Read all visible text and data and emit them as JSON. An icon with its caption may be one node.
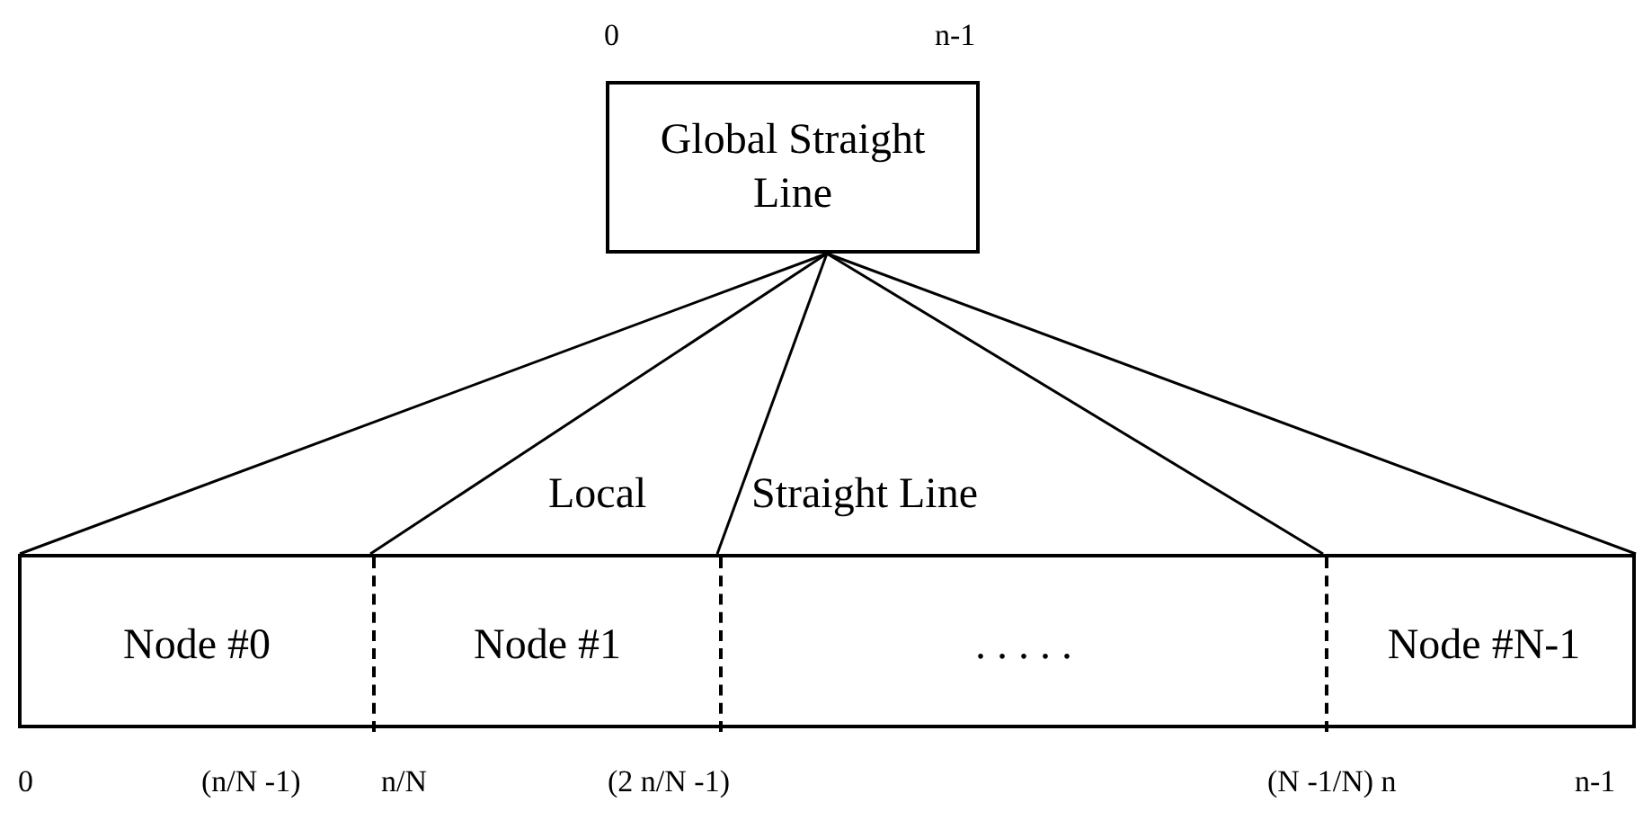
{
  "diagram": {
    "nodes": [
      {
        "text": [
          "Global Straight Line"
        ]
      },
      {
        "text": [],
        "shape": "box"
      },
      {
        "text": [
          "Node #0"
        ],
        "in": 1
      },
      {
        "text": [
          "Node #1"
        ],
        "in": 1
      },
      {
        "text": [
          ". . . . ."
        ],
        "in": 1
      },
      {
        "text": [
          "Node #N-1"
        ],
        "in": 1
      }
    ],
    "edges": [
      {
        "from": 0,
        "to": 2,
        "arrow": "none"
      },
      {
        "from": 0,
        "to": 3,
        "arrow": "none"
      },
      {
        "from": 0,
        "to": 4,
        "arrow": "none"
      },
      {
        "from": 0,
        "to": 5,
        "arrow": "none"
      },
      {
        "from": 0,
        "to": 5,
        "arrow": "none"
      }
    ],
    "labels": [
      "0",
      "n-1",
      "Local",
      "Straight Line",
      "0",
      "(n/N -1)",
      "n/N",
      "(2 n/N -1)",
      "(N -1/N) n",
      "n-1"
    ]
  }
}
